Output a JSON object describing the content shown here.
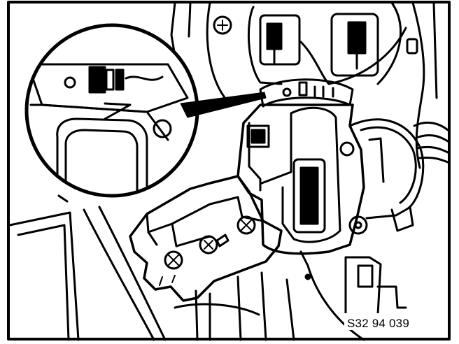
{
  "figure": {
    "reference_code": "S32 94 039"
  },
  "colors": {
    "ink": "#000000",
    "paper": "#ffffff"
  },
  "icons": {
    "detail_magnifier": "magnifier-circle",
    "screw": "phillips-screw"
  }
}
